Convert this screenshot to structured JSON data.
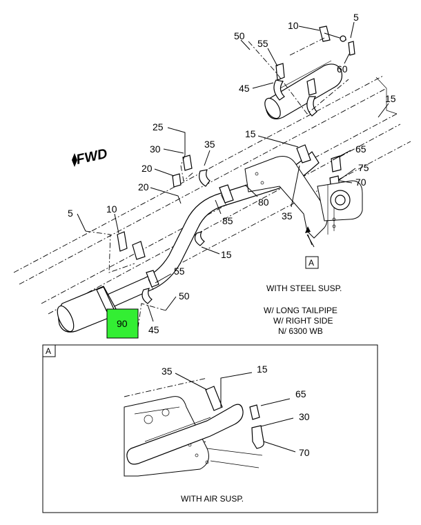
{
  "forward_indicator": "FWD",
  "callouts": {
    "c50_top": "50",
    "c55_top": "55",
    "c10_top": "10",
    "c5_top": "5",
    "c60": "60",
    "c45_top": "45",
    "c15_right": "15",
    "c25": "25",
    "c35_mid": "35",
    "c30_mid": "30",
    "c15_mid": "15",
    "c65_mid": "65",
    "c75": "75",
    "c70_mid": "70",
    "c20_a": "20",
    "c20_b": "20",
    "c5_left": "5",
    "c10_left": "10",
    "c85": "85",
    "c80": "80",
    "c35_low": "35",
    "c15_low": "15",
    "c55_low": "55",
    "c50_low": "50",
    "c90": "90",
    "c45_low": "45"
  },
  "detail_ref": "A",
  "notes": {
    "steel_susp": "WITH STEEL SUSP.",
    "long_tailpipe": "W/ LONG TAILPIPE",
    "right_side": "W/ RIGHT SIDE",
    "wheelbase": "N/ 6300 WB"
  },
  "inset": {
    "tag": "A",
    "callouts": {
      "c35": "35",
      "c15": "15",
      "c65": "65",
      "c30": "30",
      "c70": "70"
    },
    "caption": "WITH AIR SUSP."
  },
  "colors": {
    "highlight": "#33ee33",
    "line": "#000000",
    "background": "#ffffff"
  }
}
